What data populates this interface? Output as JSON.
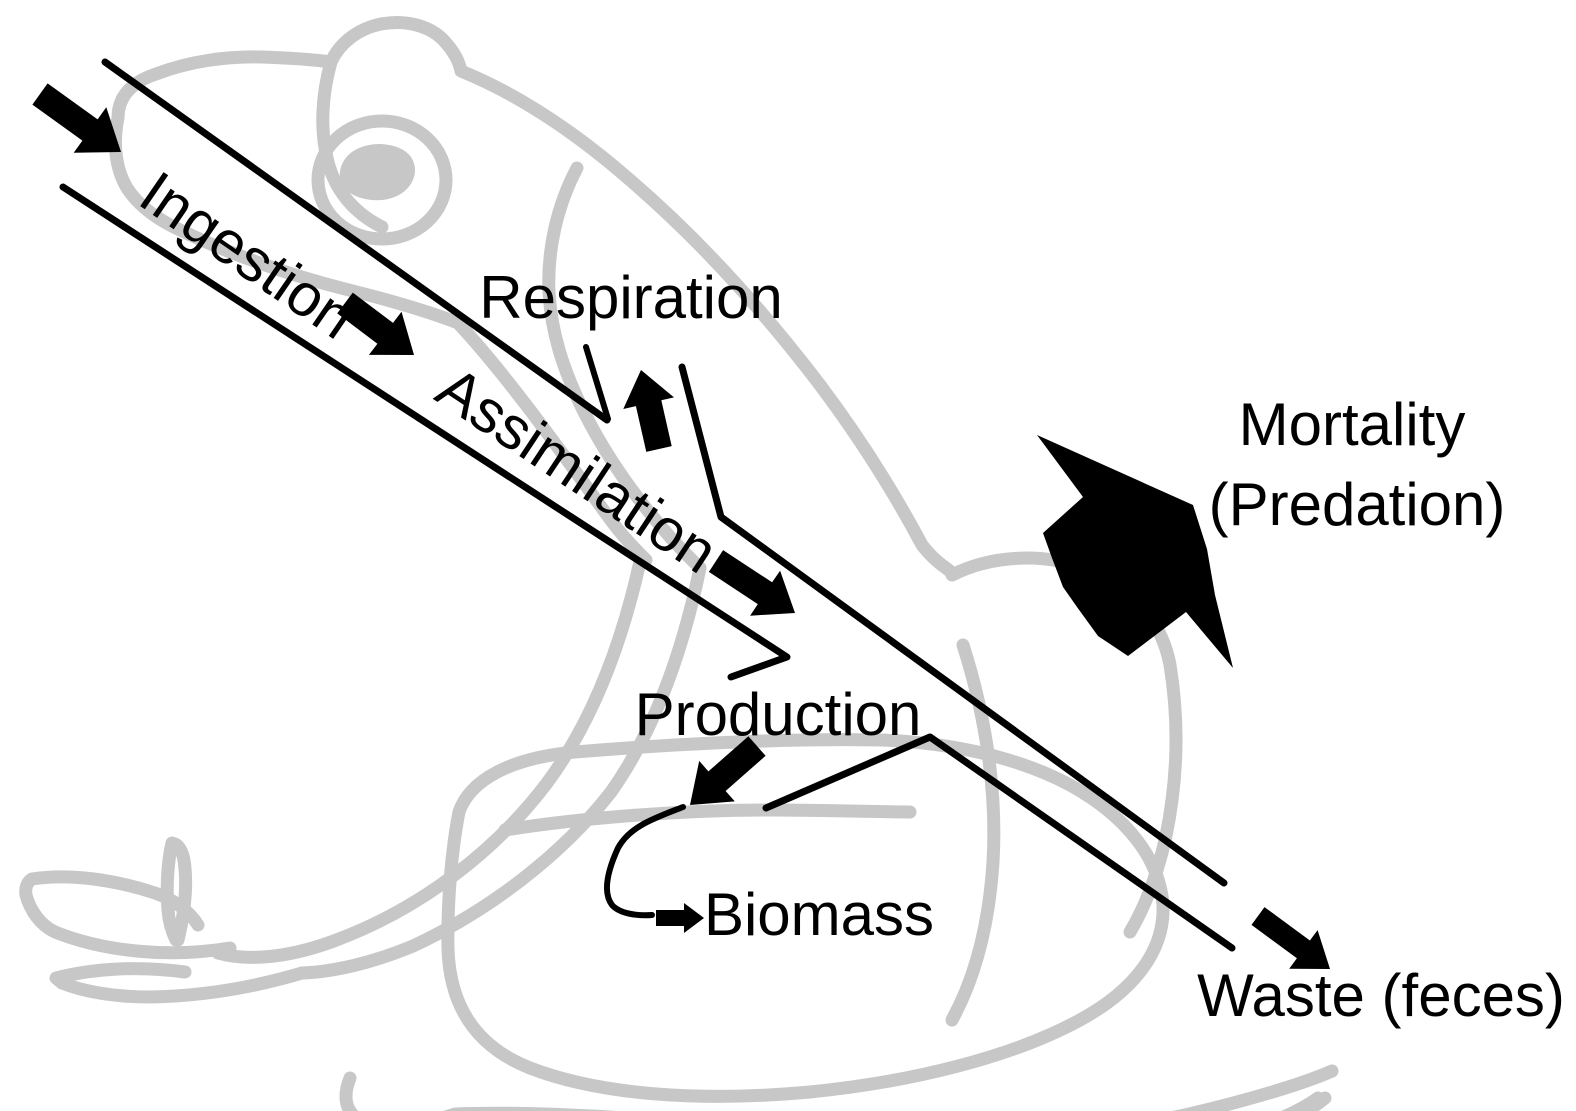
{
  "labels": {
    "ingestion": "Ingestion",
    "assimilation": "Assimilation",
    "respiration": "Respiration",
    "production": "Production",
    "biomass": "Biomass",
    "mortality_line1": "Mortality",
    "mortality_line2": "(Predation)",
    "waste": "Waste (feces)"
  },
  "colors": {
    "ink": "#000000",
    "frog": "#c7c7c7",
    "background": "#ffffff"
  },
  "icons": {
    "food_input_arrow": "thick-arrow-down-right",
    "ingestion_flow_arrow": "thick-arrow-down-right",
    "assimilation_flow_arrow": "thick-arrow-down-right",
    "respiration_arrow": "thick-arrow-up",
    "production_arrow": "thick-arrow-down-left",
    "biomass_arrow": "small-arrow-right",
    "waste_arrow": "thick-arrow-down-right",
    "mortality_arrow": "large-burst-arrow-up-right"
  }
}
